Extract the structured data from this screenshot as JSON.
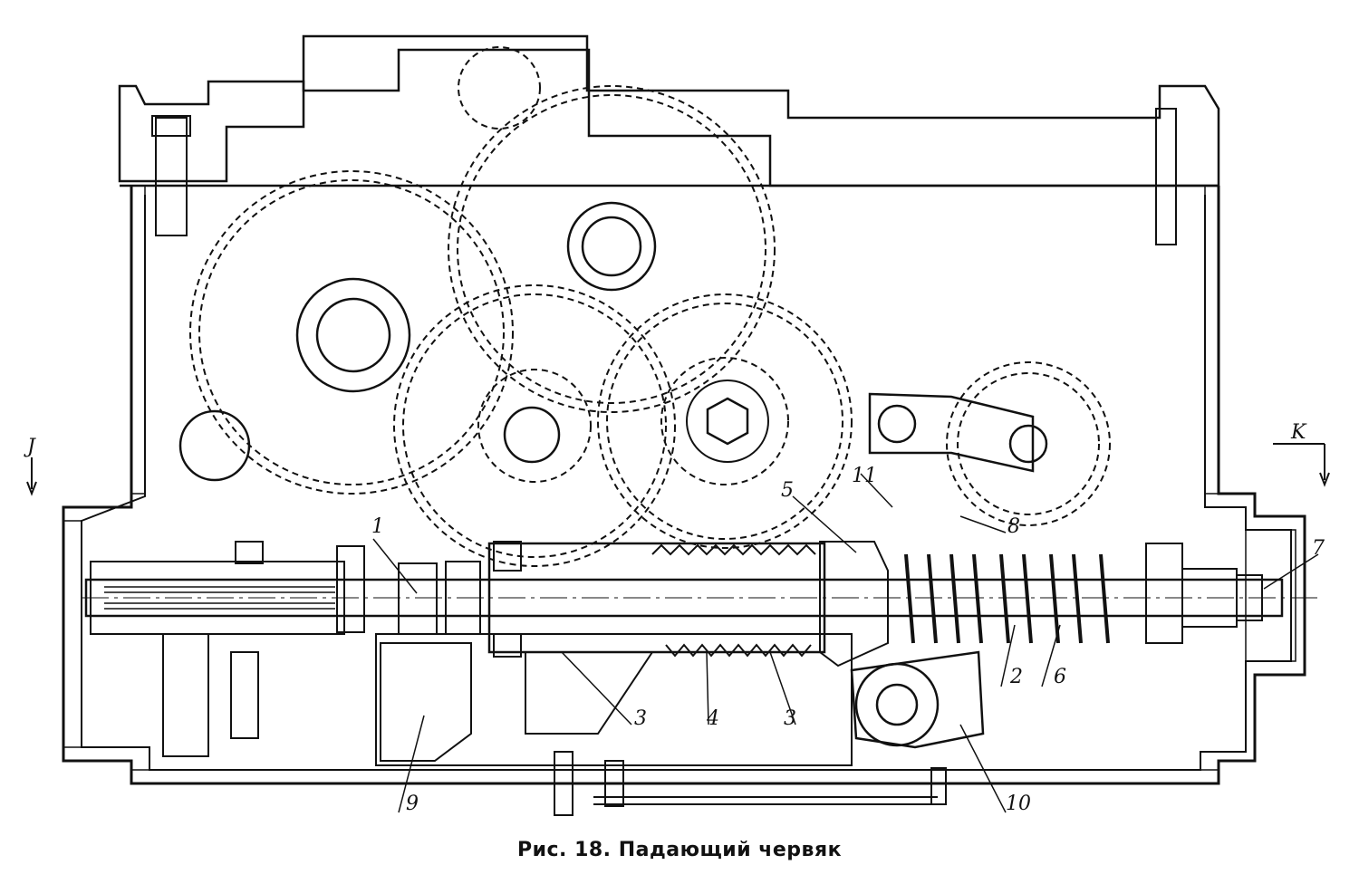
{
  "caption": "Рис. 18. Падающий червяк",
  "section_marks": {
    "left": "J",
    "right": "K"
  },
  "part_labels": [
    "1",
    "2",
    "3",
    "3",
    "4",
    "5",
    "6",
    "7",
    "8",
    "9",
    "10",
    "11"
  ]
}
